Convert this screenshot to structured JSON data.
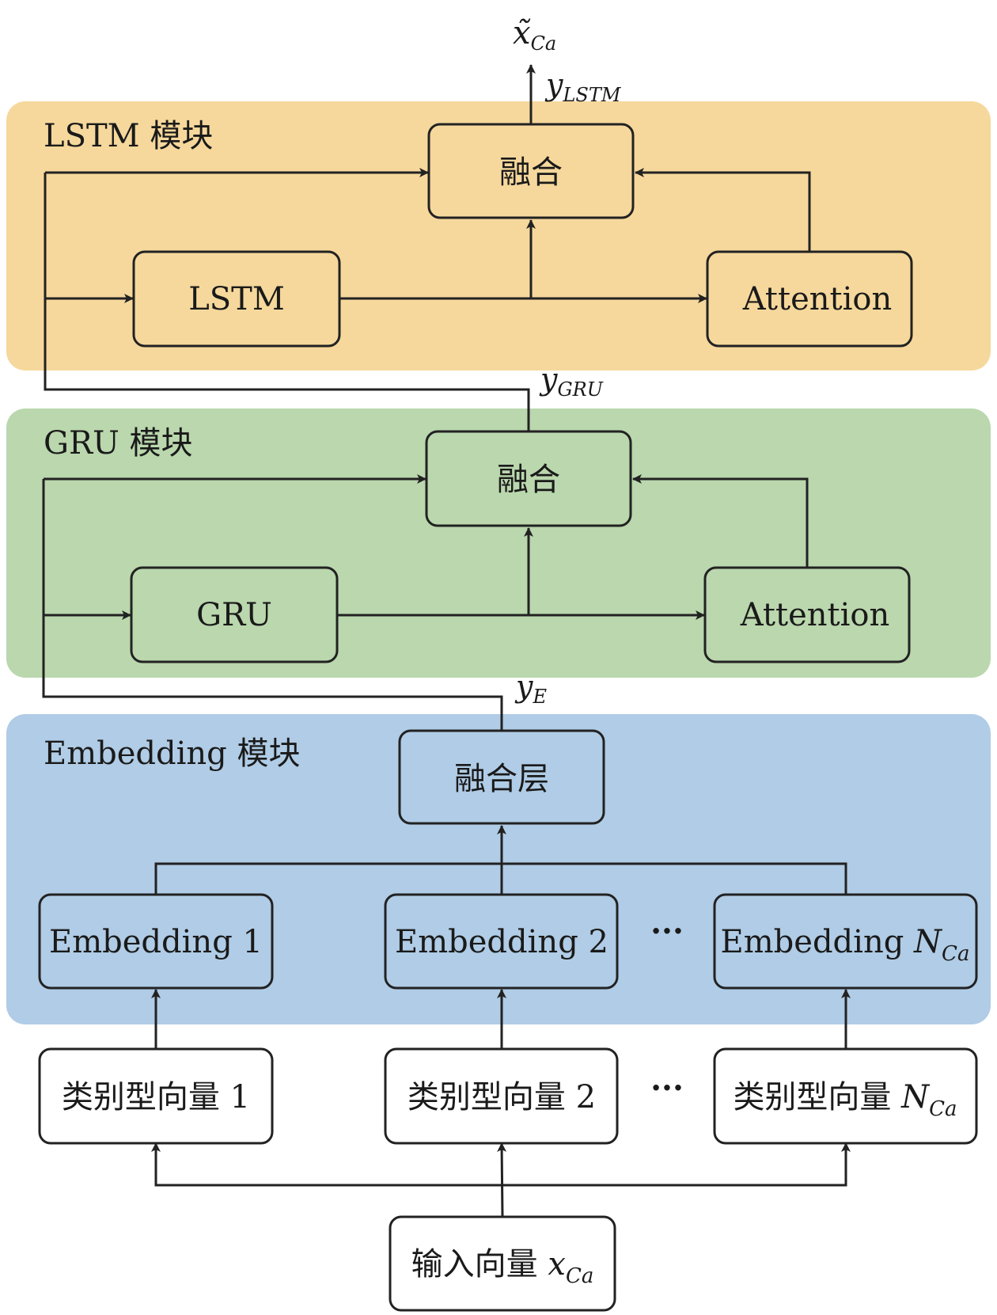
{
  "colors": {
    "lstm_panel": "#f6d89c",
    "gru_panel": "#bad7ad",
    "embedding_panel": "#b0cce6",
    "box_border": "#222222",
    "line": "#222222",
    "white": "#ffffff"
  },
  "output": {
    "symbol": "x̃",
    "subscript": "Ca"
  },
  "lstm_module": {
    "title": "LSTM 模块",
    "fusion_label": "融合",
    "lstm_label": "LSTM",
    "attention_label": "Attention",
    "output_symbol": "y",
    "output_subscript": "LSTM"
  },
  "gru_module": {
    "title": "GRU 模块",
    "fusion_label": "融合",
    "gru_label": "GRU",
    "attention_label": "Attention",
    "output_symbol": "y",
    "output_subscript": "GRU"
  },
  "embedding_module": {
    "title": "Embedding 模块",
    "fusion_layer_label": "融合层",
    "output_symbol": "y",
    "output_subscript": "E",
    "embedding1": "Embedding 1",
    "embedding2": "Embedding 2",
    "embeddingN_prefix": "Embedding ",
    "embeddingN_symbol": "N",
    "embeddingN_subscript": "Ca",
    "dots": "···"
  },
  "categorical": {
    "vector1": "类别型向量 1",
    "vector2": "类别型向量 2",
    "vectorN_prefix": "类别型向量 ",
    "vectorN_symbol": "N",
    "vectorN_subscript": "Ca",
    "dots": "···"
  },
  "input": {
    "prefix": "输入向量 ",
    "symbol": "x",
    "subscript": "Ca"
  }
}
